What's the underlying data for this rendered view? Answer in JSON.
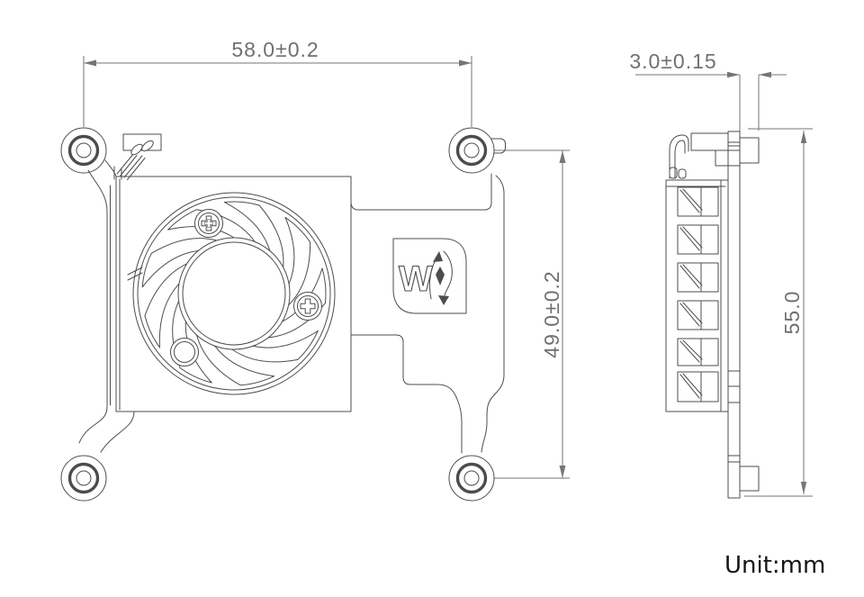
{
  "drawing": {
    "unit_label": "Unit:mm",
    "front_view": {
      "dim_width": "58.0±0.2",
      "dim_height": "49.0±0.2"
    },
    "side_view": {
      "dim_thickness": "3.0±0.15",
      "dim_height": "55.0"
    },
    "logo_icon": "waveshare-logo",
    "colors": {
      "line": "#4c4c4c",
      "dim_line": "#757575",
      "dim_text": "#707070",
      "label_text": "#151515",
      "background": "#ffffff"
    }
  }
}
